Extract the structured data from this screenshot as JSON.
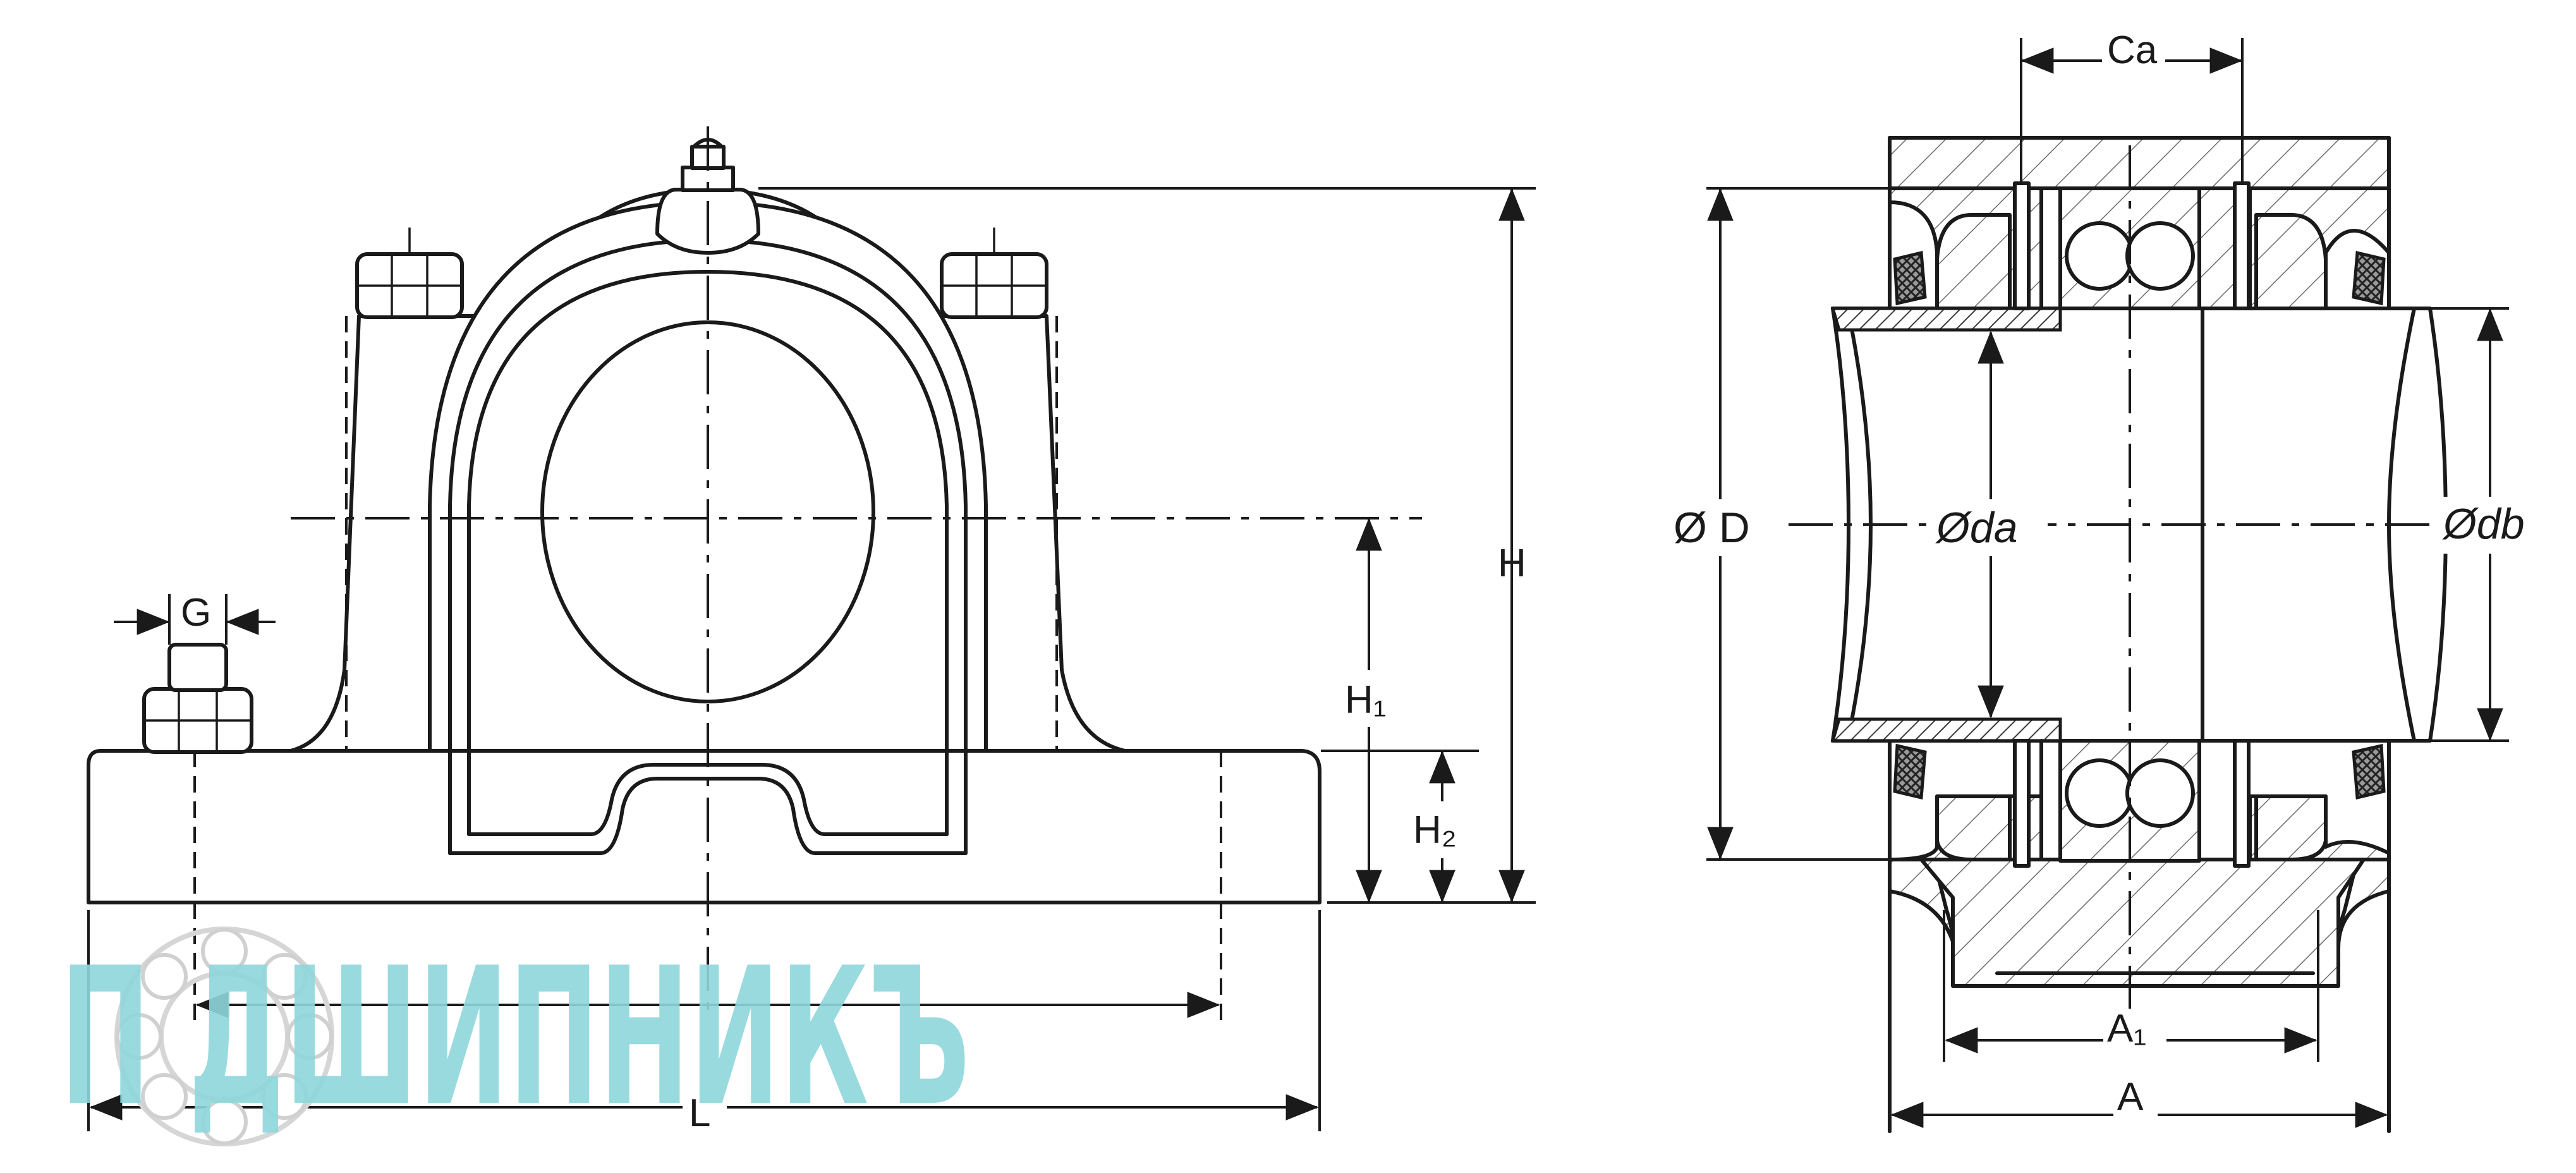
{
  "labels": {
    "G": "G",
    "H": "H",
    "H1": "H₁",
    "H2": "H₂",
    "L": "L",
    "Ca": "Ca",
    "D": "Ø D",
    "da": "Øda",
    "db": "Ødb",
    "A1": "A₁",
    "A": "A"
  },
  "watermark": {
    "text": "П ДШИПНИКЪ",
    "color": "#8fd7dc"
  }
}
